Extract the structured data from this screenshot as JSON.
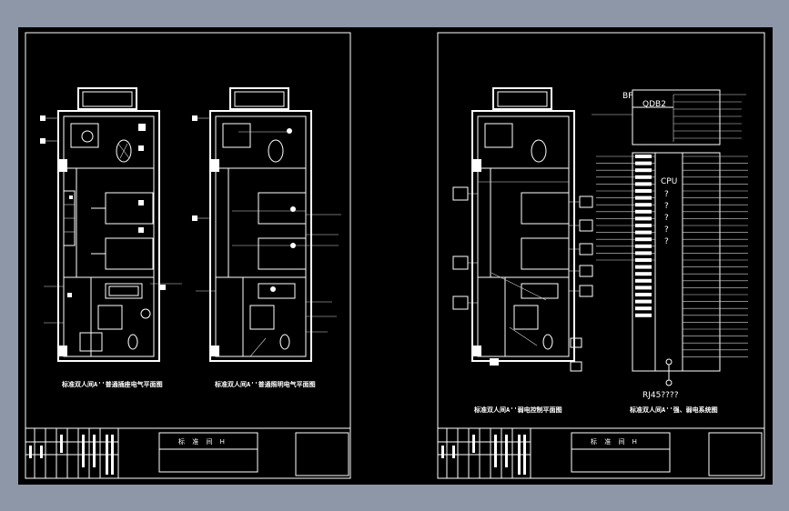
{
  "sheets": [
    {
      "captions": [
        "标准双人间A''普通插座电气平面图",
        "标准双人间A''普通照明电气平面图"
      ],
      "title_block": "标 准 间 H"
    },
    {
      "captions": [
        "标准双人间A''弱电控制平面图",
        "标准双人间A''强、弱电系统图"
      ],
      "title_block": "标 准 间 H"
    }
  ],
  "system_diagram": {
    "panel_label": "QDB2",
    "cpu_label": "CPU",
    "cpu_marks": [
      "?",
      "?",
      "?",
      "?",
      "?"
    ],
    "rj45_label": "RJ45????",
    "bf_label": "BF"
  },
  "colors": {
    "background": "#8d97a8",
    "canvas": "#000000",
    "lines": "#ffffff"
  }
}
